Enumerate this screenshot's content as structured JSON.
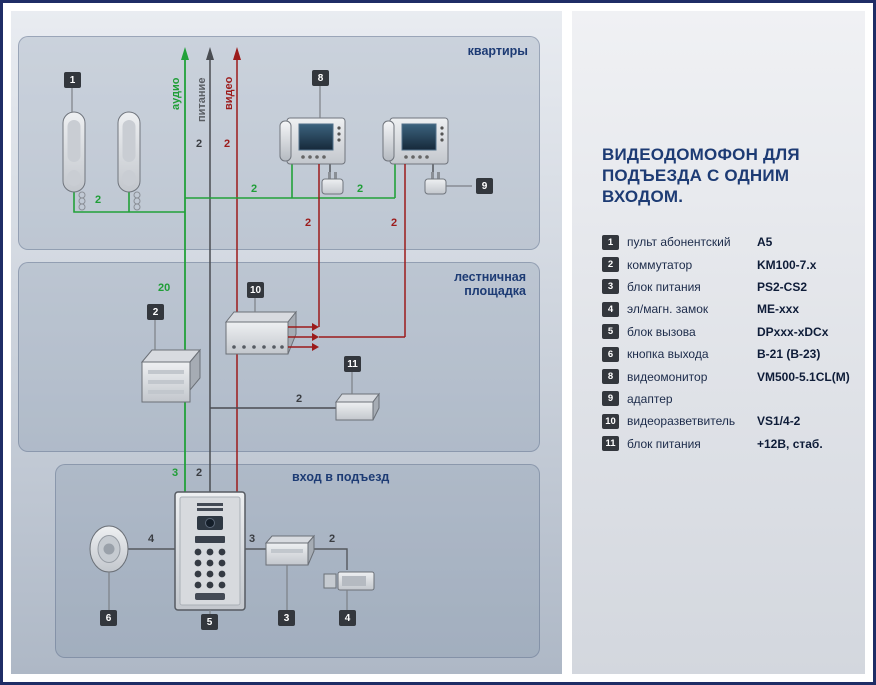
{
  "title": {
    "l1": "ВИДЕОДОМОФОН ДЛЯ",
    "l2": "ПОДЪЕЗДА С ОДНИМ",
    "l3": "ВХОДОМ."
  },
  "zones": {
    "apartments": "квартиры",
    "landing1": "лестничная",
    "landing2": "площадка",
    "entrance": "вход в подъезд"
  },
  "bus_labels": {
    "audio": "аудио",
    "power": "питание",
    "video": "видео"
  },
  "wire_numbers": [
    "2",
    "2",
    "2",
    "2",
    "2",
    "2",
    "2",
    "20",
    "2",
    "3",
    "2",
    "4",
    "3",
    "2"
  ],
  "legend": {
    "items": [
      {
        "num": "1",
        "name": "пульт абонентский",
        "model": "A5"
      },
      {
        "num": "2",
        "name": "коммутатор",
        "model": "KM100-7.x"
      },
      {
        "num": "3",
        "name": "блок питания",
        "model": "PS2-CS2"
      },
      {
        "num": "4",
        "name": "эл/магн. замок",
        "model": "ME-xxx"
      },
      {
        "num": "5",
        "name": "блок вызова",
        "model": "DPxxx-xDCx"
      },
      {
        "num": "6",
        "name": "кнопка выхода",
        "model": "B-21 (B-23)"
      },
      {
        "num": "8",
        "name": "видеомонитор",
        "model": "VM500-5.1CL(M)"
      },
      {
        "num": "9",
        "name": "адаптер",
        "model": ""
      },
      {
        "num": "10",
        "name": "видеоразветвитель",
        "model": "VS1/4-2"
      },
      {
        "num": "11",
        "name": "блок питания",
        "model": "+12В, стаб."
      }
    ]
  }
}
